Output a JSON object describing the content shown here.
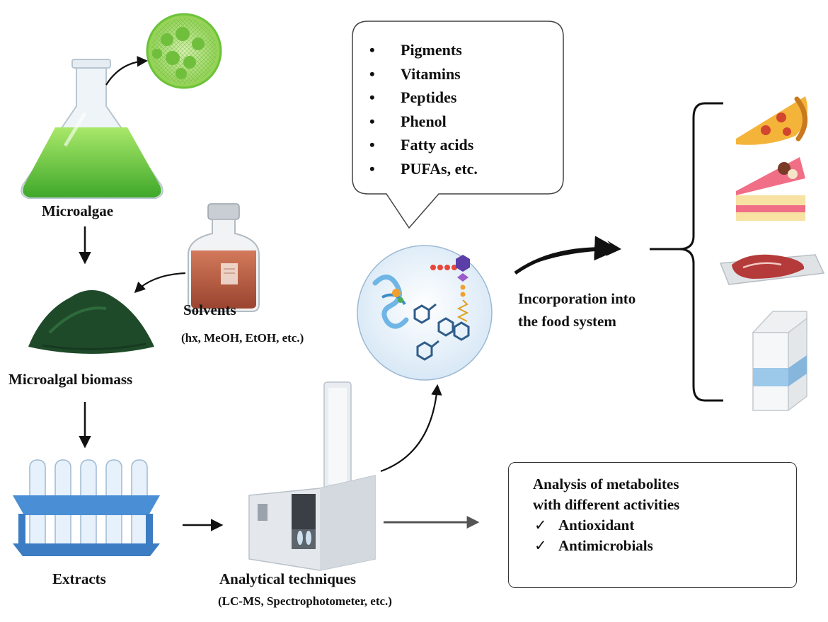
{
  "labels": {
    "microalgae": "Microalgae",
    "solvents": "Solvents",
    "solvents_detail": "(hx, MeOH, EtOH, etc.)",
    "biomass": "Microalgal biomass",
    "extracts": "Extracts",
    "analytical": "Analytical techniques",
    "analytical_detail": "(LC-MS, Spectrophotometer, etc.)",
    "incorporation_line1": "Incorporation into",
    "incorporation_line2": "the food system"
  },
  "bubble": {
    "items": [
      "Pigments",
      "Vitamins",
      "Peptides",
      "Phenol",
      "Fatty acids",
      "PUFAs, etc."
    ]
  },
  "analysis": {
    "line1": "Analysis of metabolites",
    "line2": "with different activities",
    "checks": [
      "Antioxidant",
      "Antimicrobials"
    ]
  },
  "colors": {
    "algae_green": "#5ec232",
    "biomass_green": "#1f4a2a",
    "tube_blue": "#4a8fd6",
    "molecule_blue": "#2f5d8a",
    "arrow": "#111111"
  },
  "icons": [
    "flask-icon",
    "algae-cell-icon",
    "solvent-bottle-icon",
    "biomass-powder-icon",
    "test-tubes-icon",
    "lc-ms-instrument-icon",
    "molecules-icon",
    "pizza-icon",
    "cake-icon",
    "meat-tray-icon",
    "milk-carton-icon"
  ]
}
